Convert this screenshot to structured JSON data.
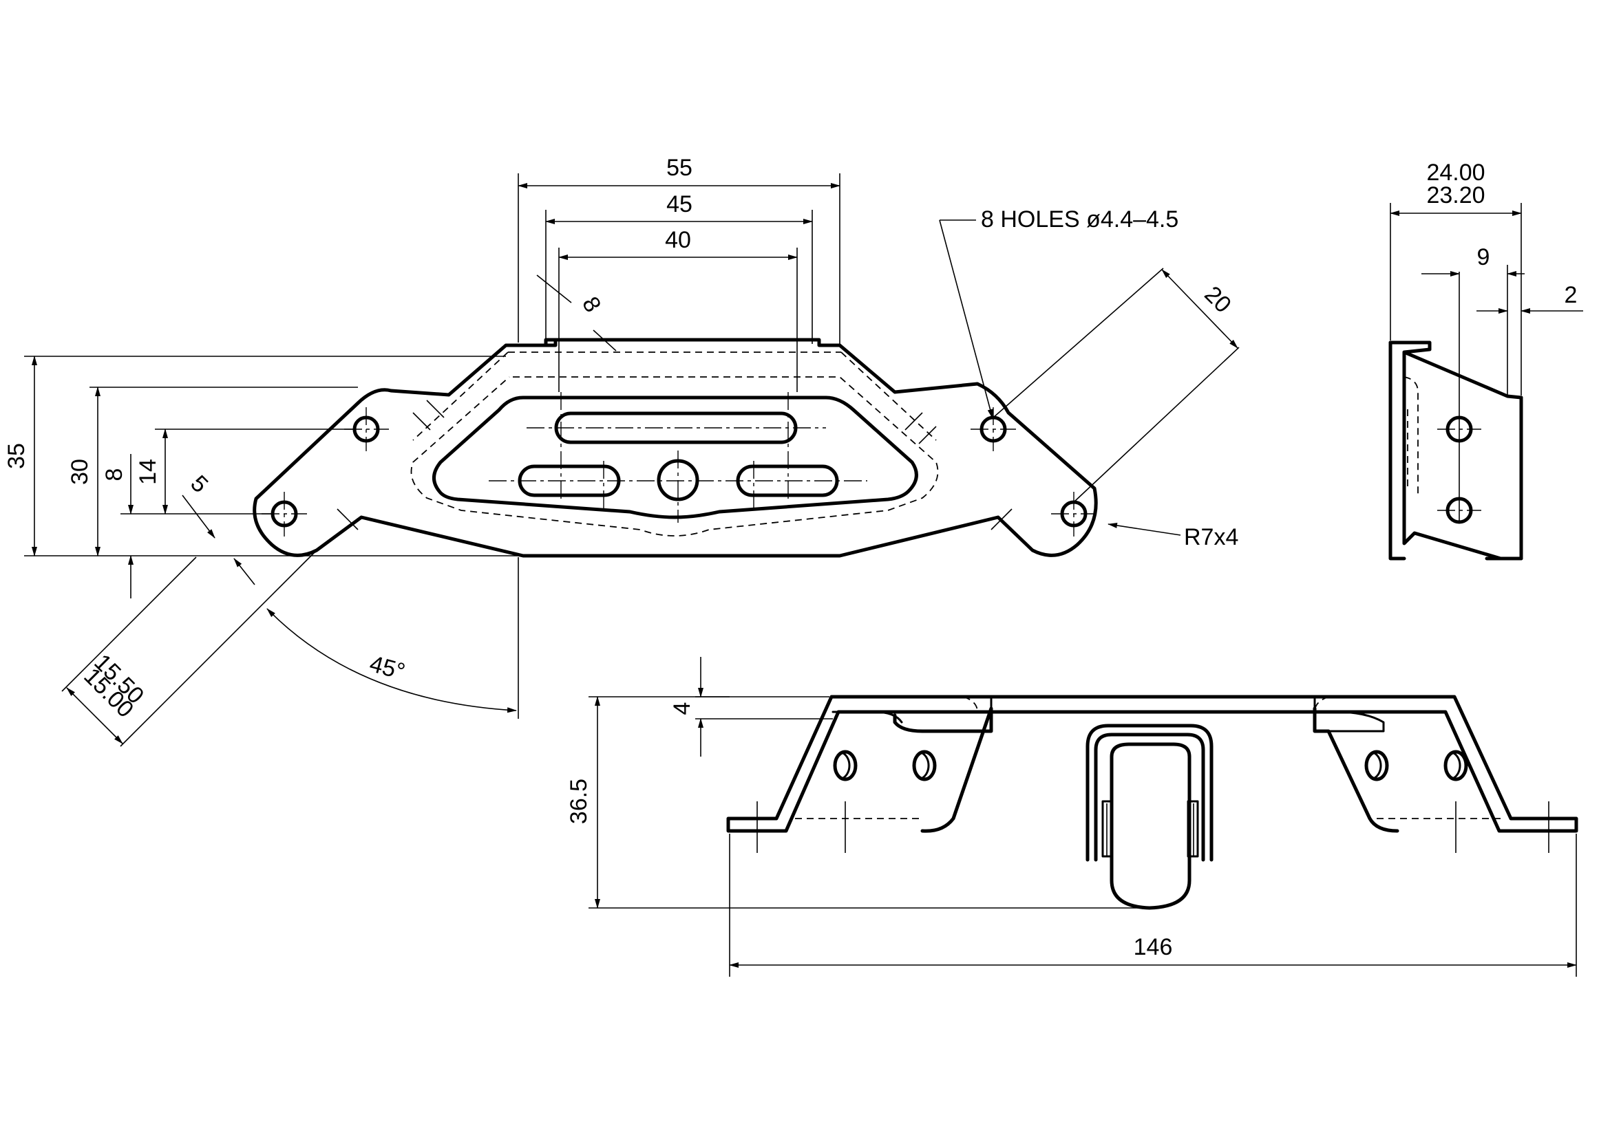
{
  "dimensions": {
    "top_width_outer": "55",
    "top_width_mid": "45",
    "top_width_inner": "40",
    "slot_offset": "8",
    "hole_spacing_diag": "20",
    "holes_note": "8 HOLES ø4.4–4.5",
    "corner_radius": "R7x4",
    "height_35": "35",
    "height_30": "30",
    "height_8": "8",
    "height_14": "14",
    "offset_5": "5",
    "leg_width_1": "15.50",
    "leg_width_2": "15.00",
    "angle": "45°",
    "side_width_1": "24.00",
    "side_width_2": "23.20",
    "side_hole_offset": "9",
    "side_thickness": "2",
    "front_height_4": "4",
    "front_height_36_5": "36.5",
    "overall_length": "146"
  }
}
